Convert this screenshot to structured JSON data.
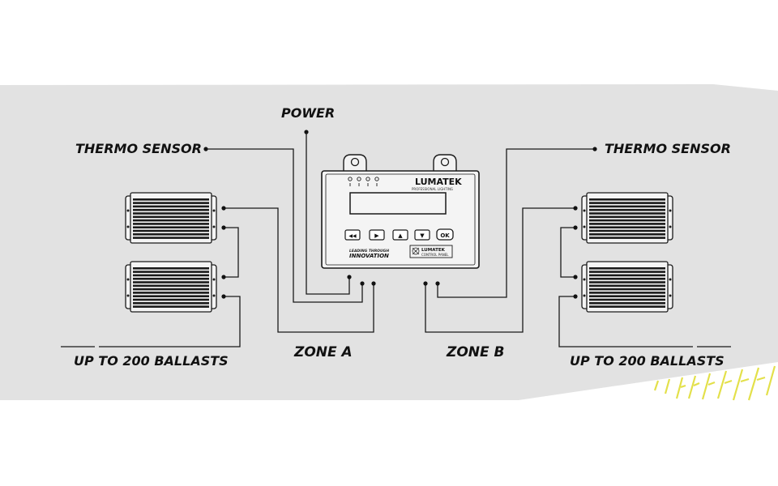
{
  "labels": {
    "power": "POWER",
    "thermo_left": "THERMO SENSOR",
    "thermo_right": "THERMO SENSOR",
    "zone_a": "ZONE A",
    "zone_b": "ZONE B",
    "ballasts_left": "UP TO 200 BALLASTS",
    "ballasts_right": "UP TO 200 BALLASTS"
  },
  "controller": {
    "brand": "LUMATEK",
    "brand_sub": "PROFESSIONAL LIGHTING",
    "slogan_top": "LEADING THROUGH",
    "slogan_bottom": "INNOVATION",
    "badge_brand": "LUMATEK",
    "badge_sub": "CONTROL PANEL",
    "buttons": [
      "◀◀",
      "▶",
      "▲",
      "▼",
      "OK"
    ]
  },
  "colors": {
    "background_band": "#e2e2e2",
    "line": "#1a1a1a",
    "accent": "#e3e04a"
  }
}
